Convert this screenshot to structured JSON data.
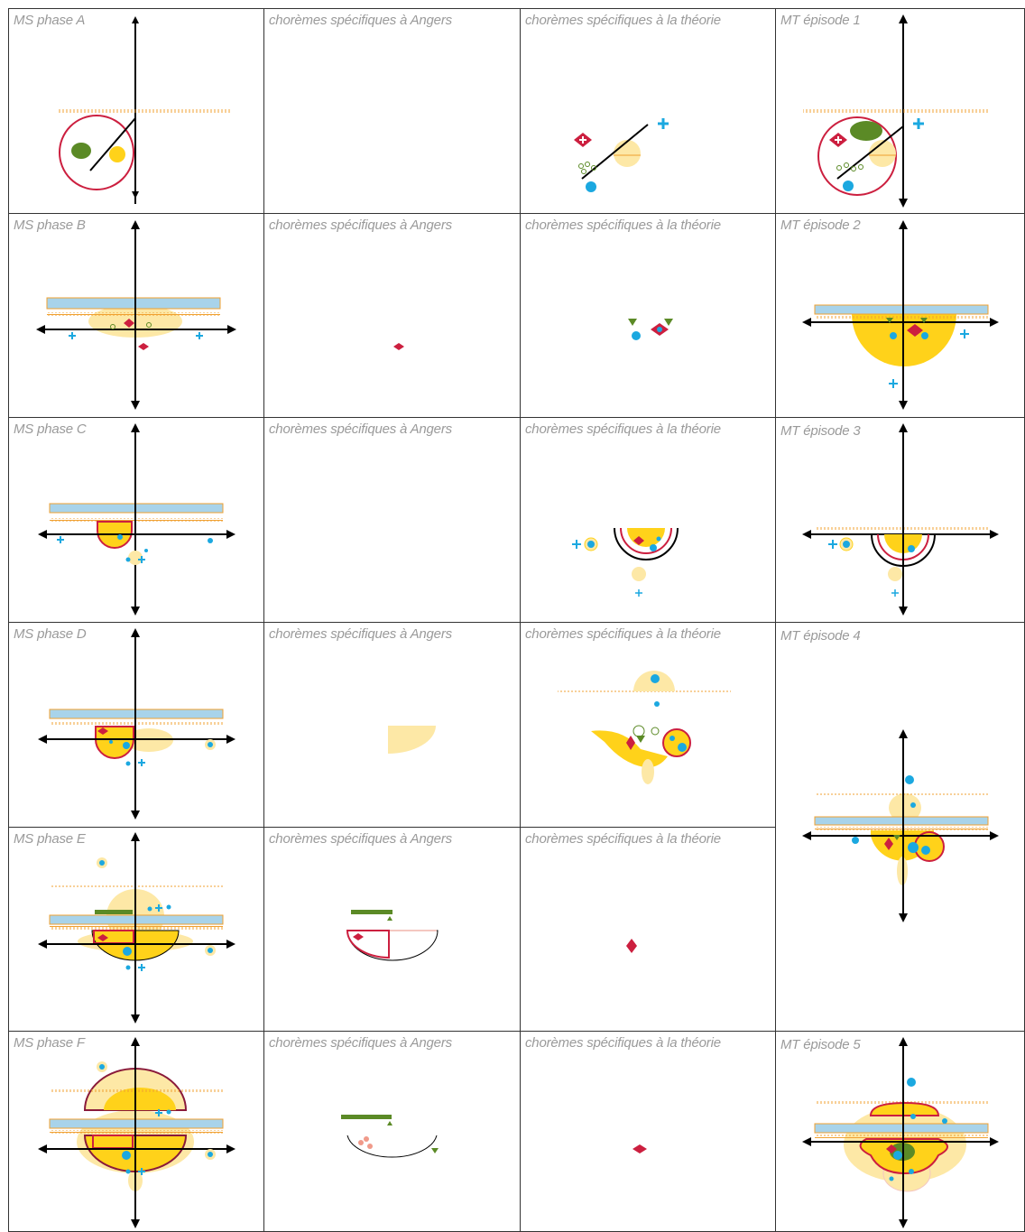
{
  "rows": [
    {
      "id": "A",
      "ms_title": "MS phase A",
      "angers_title": "chorèmes spécifiques à Angers",
      "theorie_title": "chorèmes spécifiques à la théorie",
      "mt_title": "MT épisode 1"
    },
    {
      "id": "B",
      "ms_title": "MS phase B",
      "angers_title": "chorèmes spécifiques à Angers",
      "theorie_title": "chorèmes spécifiques à la théorie",
      "mt_title": "MT épisode 2"
    },
    {
      "id": "C",
      "ms_title": "MS phase C",
      "angers_title": "chorèmes spécifiques à Angers",
      "theorie_title": "chorèmes spécifiques à la théorie",
      "mt_title": "MT épisode 3"
    },
    {
      "id": "D",
      "ms_title": "MS phase D",
      "angers_title": "chorèmes spécifiques à Angers",
      "theorie_title": "chorèmes spécifiques à la théorie",
      "mt_title": "MT épisode 4"
    },
    {
      "id": "E",
      "ms_title": "MS phase E",
      "angers_title": "chorèmes spécifiques à Angers",
      "theorie_title": "chorèmes spécifiques à la théorie",
      "mt_title": ""
    },
    {
      "id": "F",
      "ms_title": "MS phase F",
      "angers_title": "chorèmes spécifiques à Angers",
      "theorie_title": "chorèmes spécifiques à la théorie",
      "mt_title": "MT épisode 5"
    }
  ],
  "colors": {
    "grid_line": "#333333",
    "title_text": "#9a9a9a",
    "axis": "#000000",
    "crimson": "#cc1f3f",
    "green": "#5b8a26",
    "yellow": "#ffd21a",
    "pale_yellow": "#fde8a6",
    "blue_dot": "#1ba8e0",
    "light_blue_band": "#a8d3ea",
    "orange_line": "#f0a030"
  },
  "icons": [
    "axis-cross",
    "river-band",
    "hatched-boundary",
    "crimson-circle",
    "green-ellipse",
    "yellow-disc",
    "blue-dot",
    "blue-cross",
    "red-diamond",
    "green-triangle",
    "half-disc"
  ]
}
